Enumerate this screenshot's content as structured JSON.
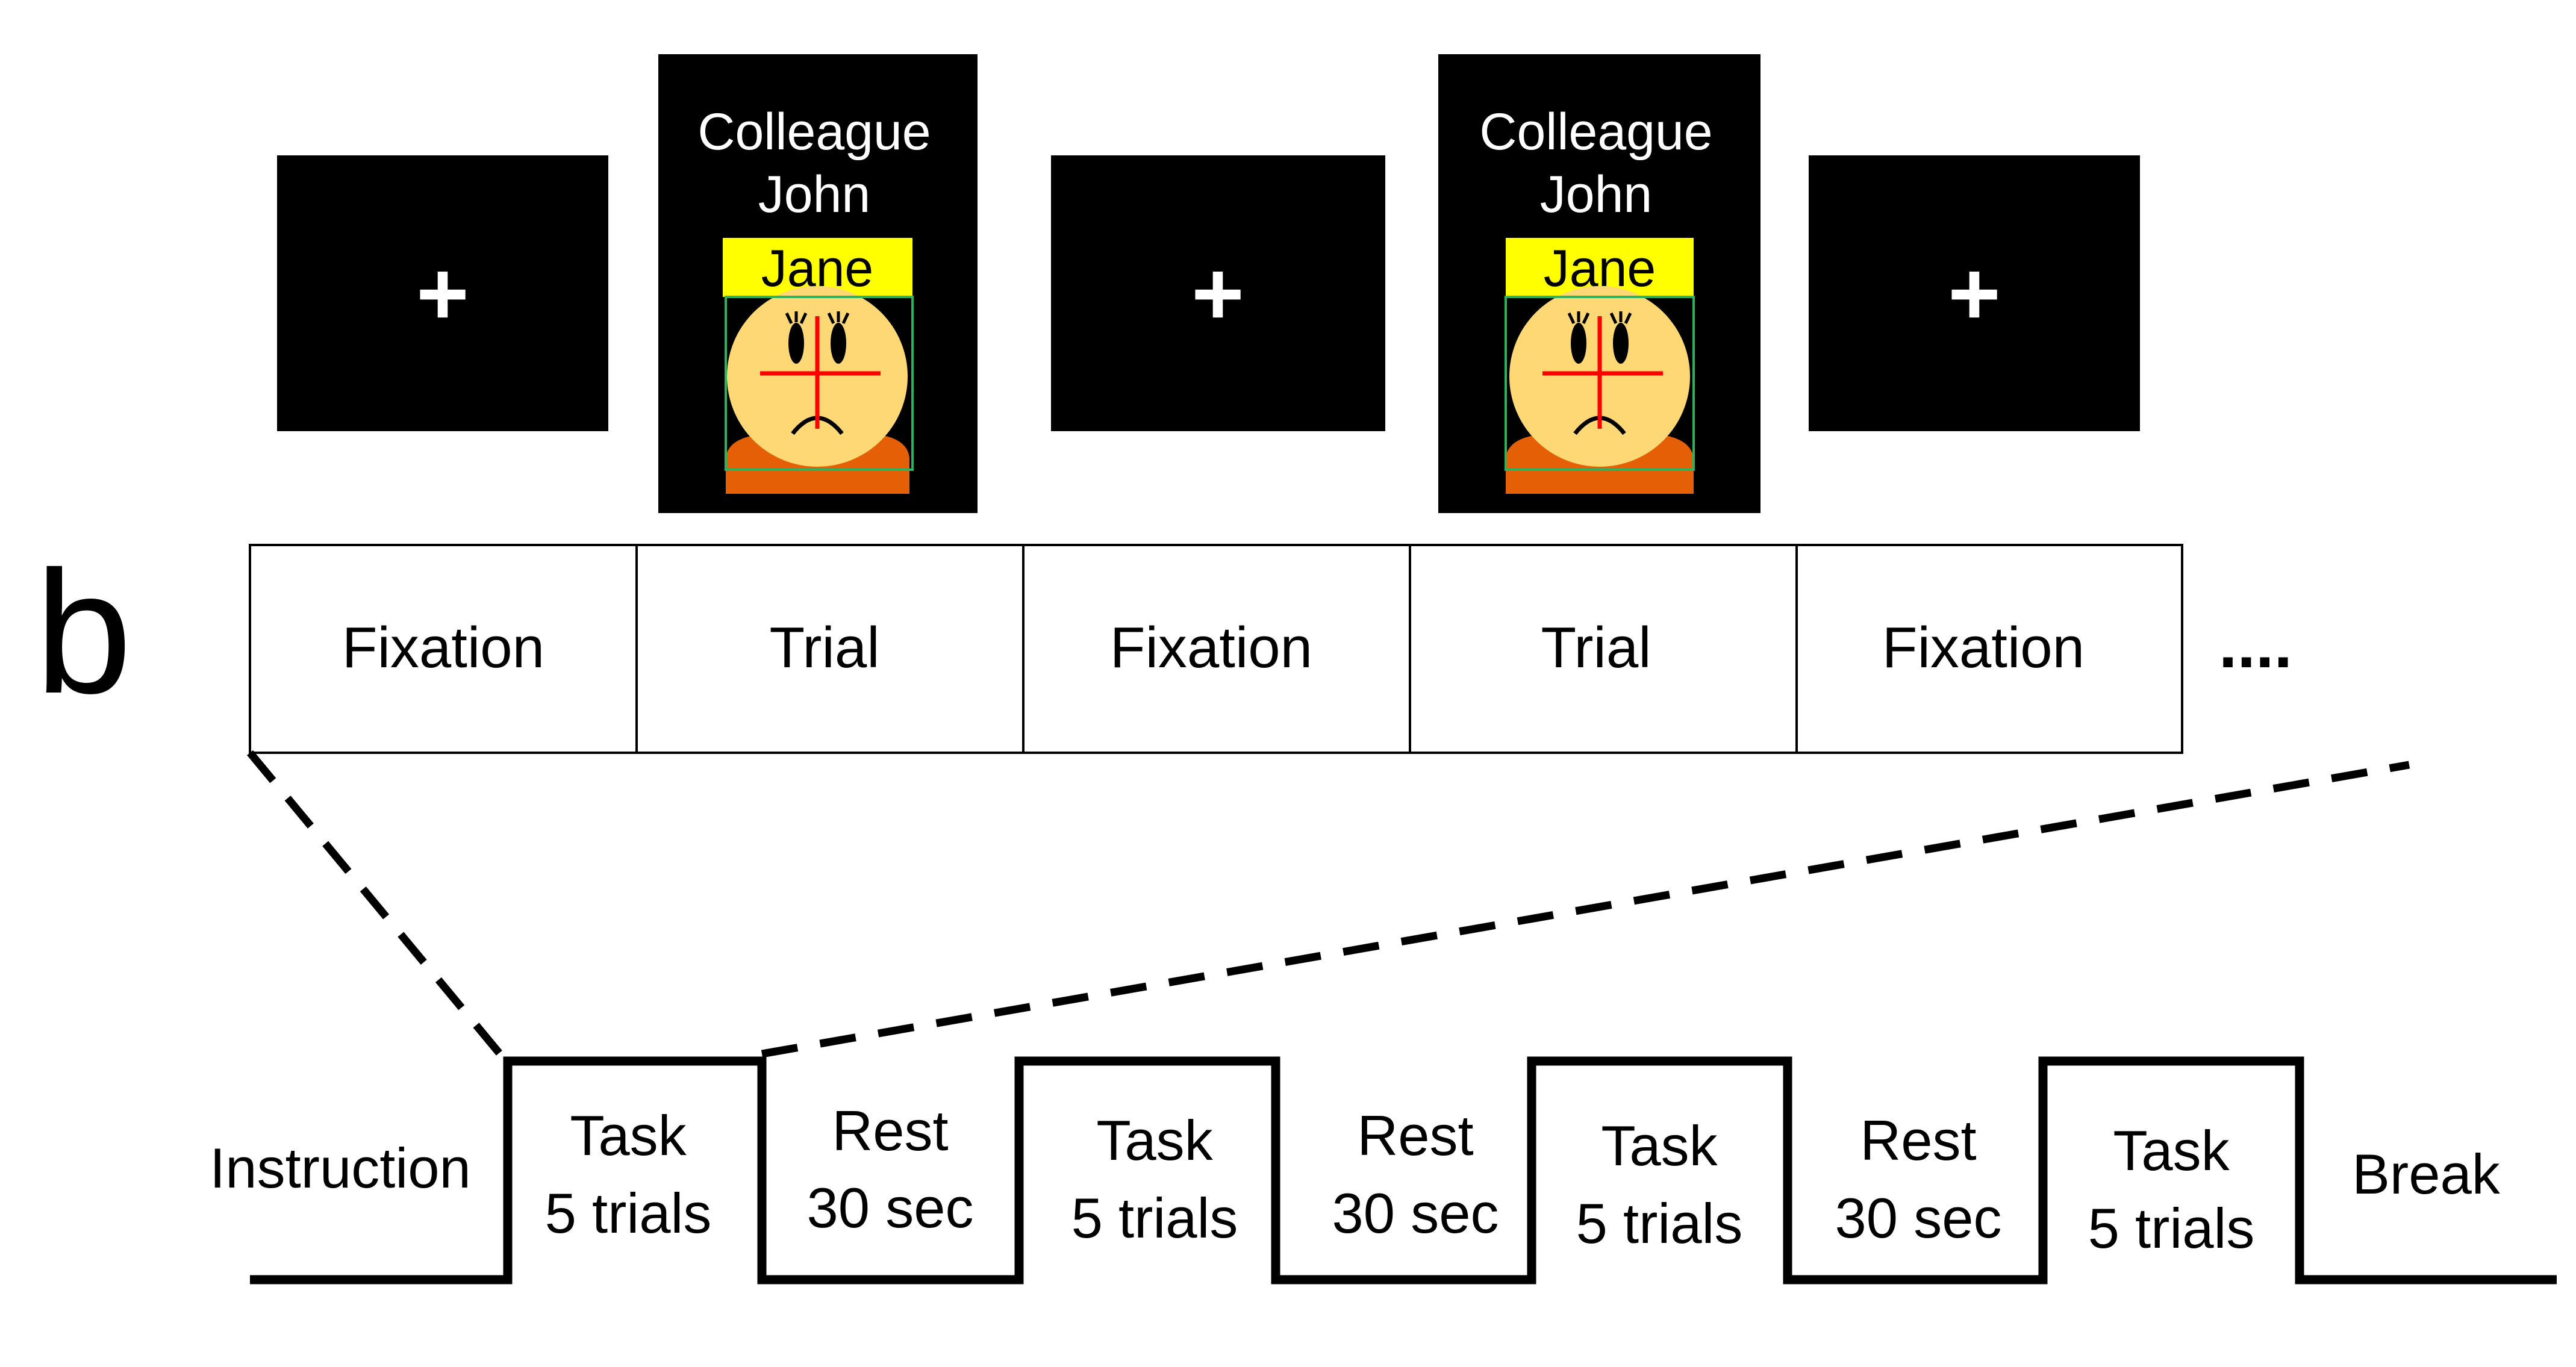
{
  "panel_letter": "b",
  "fixation_symbol": "+",
  "trial_screen": {
    "header_line1": "Colleague",
    "header_line2": "John",
    "name_tag": "Jane"
  },
  "sequence": {
    "cells": [
      "Fixation",
      "Trial",
      "Fixation",
      "Trial",
      "Fixation"
    ],
    "continuation": "...."
  },
  "timeline": {
    "instruction": "Instruction",
    "break": "Break",
    "blocks": [
      {
        "kind": "task",
        "line1": "Task",
        "line2": "5 trials"
      },
      {
        "kind": "rest",
        "line1": "Rest",
        "line2": "30 sec"
      },
      {
        "kind": "task",
        "line1": "Task",
        "line2": "5 trials"
      },
      {
        "kind": "rest",
        "line1": "Rest",
        "line2": "30 sec"
      },
      {
        "kind": "task",
        "line1": "Task",
        "line2": "5 trials"
      },
      {
        "kind": "rest",
        "line1": "Rest",
        "line2": "30 sec"
      },
      {
        "kind": "task",
        "line1": "Task",
        "line2": "5 trials"
      }
    ]
  },
  "colors": {
    "screen_bg": "#000000",
    "text_white": "#ffffff",
    "name_tag_bg": "#ffff00",
    "face": "#fdd874",
    "body": "#e45f06",
    "cross_red": "#ff0000",
    "outline_green": "#2db35d",
    "ink": "#000000"
  }
}
